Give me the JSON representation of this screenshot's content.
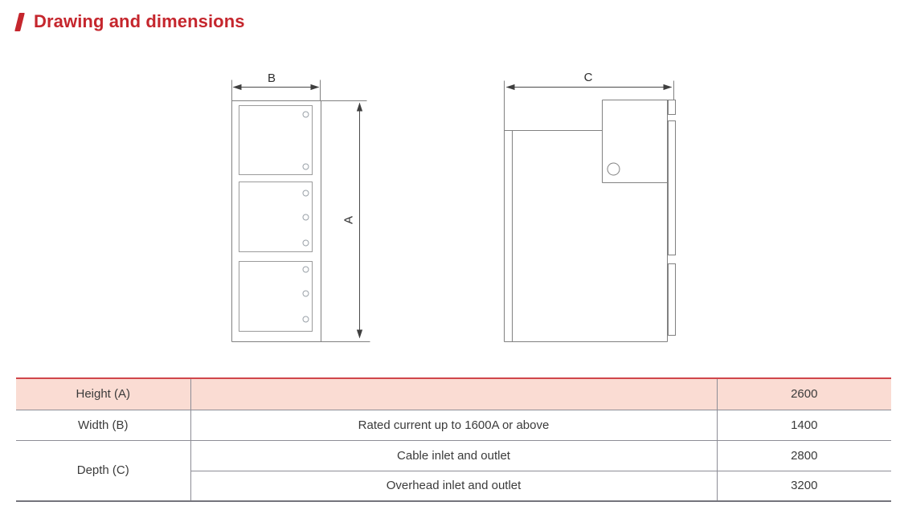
{
  "colors": {
    "accent": "#c5262d",
    "table-red-border": "#d0464b",
    "table-pink": "#fadcd3",
    "table-line": "#8d8d96",
    "table-dark-line": "#74747c",
    "table-text": "#3b3b3b",
    "drawing-line": "#818181",
    "drawing-light-line": "#9b9b9b",
    "dimension-line": "#4a4a4a"
  },
  "header": {
    "title": "Drawing and dimensions"
  },
  "drawing": {
    "front_view": {
      "width_label": "B",
      "height_label": "A"
    },
    "side_view": {
      "depth_label": "C"
    }
  },
  "table": {
    "rows": [
      {
        "param": "Height (A)",
        "condition": "",
        "value": "2600"
      },
      {
        "param": "Width (B)",
        "condition": "Rated current up to 1600A or above",
        "value": "1400"
      },
      {
        "param": "Depth (C)",
        "condition": "Cable inlet and outlet",
        "value": "2800"
      },
      {
        "param": "",
        "condition": "Overhead inlet and outlet",
        "value": "3200"
      }
    ]
  }
}
